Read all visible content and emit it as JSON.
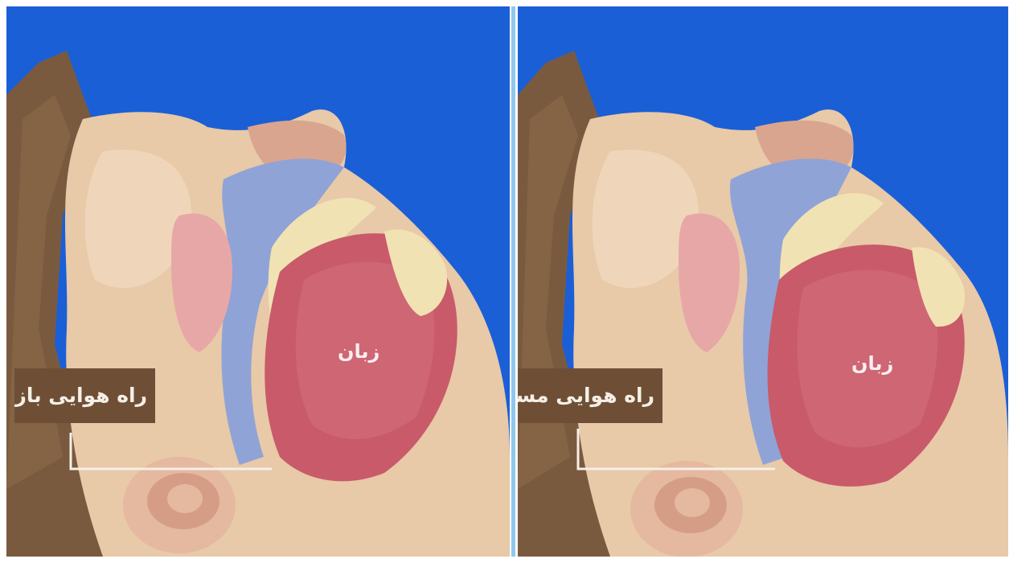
{
  "image": {
    "background_color": "#1b5fd6",
    "skin_color": "#e8c9a8",
    "hair_color": "#7a5a3f",
    "tongue_color": "#c95a6a"
  },
  "panels": [
    {
      "label": "راه هوایی باز",
      "tongue_label": "زبان"
    },
    {
      "label": "راه هوایی مسدود",
      "tongue_label": "زبان"
    }
  ]
}
